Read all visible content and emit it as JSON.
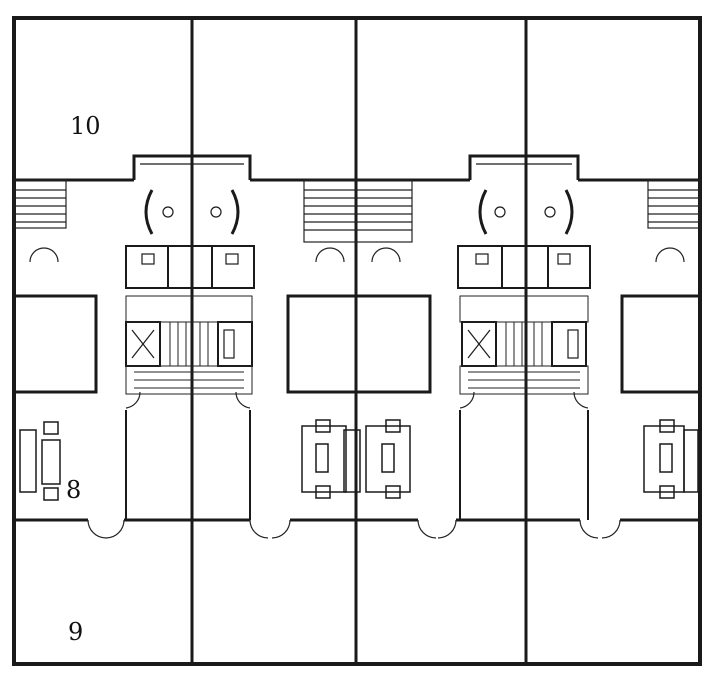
{
  "drawing": {
    "colors": {
      "ink": "#1a1a1a",
      "paper": "#ffffff"
    },
    "room_labels": {
      "top": "10",
      "lower_left": "8",
      "bottom": "9"
    },
    "symbols": [
      "elevator-icon",
      "toilet-icon",
      "sink-icon",
      "stair-icon",
      "sofa-icon",
      "armchair-icon",
      "door-swing-icon"
    ]
  }
}
